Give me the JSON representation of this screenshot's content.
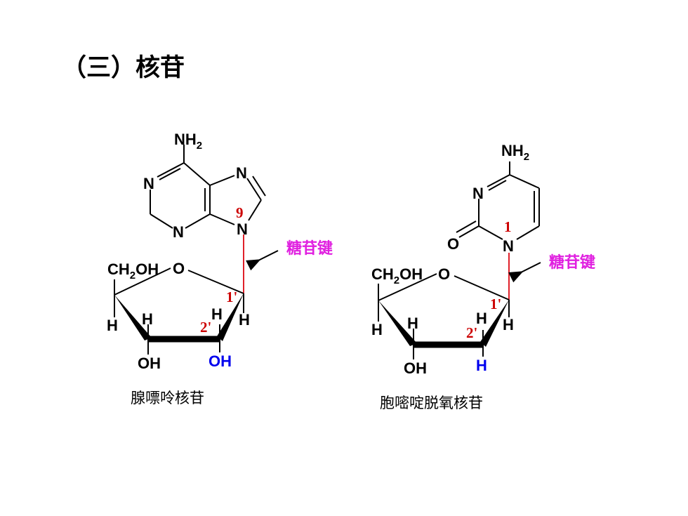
{
  "title": "（三）核苷",
  "colors": {
    "bond_highlight": "#e0202a",
    "label_magenta": "#e020e0",
    "number_red": "#cc0000",
    "group_blue": "#0000ee",
    "ink": "#000000"
  },
  "adenosine": {
    "atoms": {
      "nh2": "NH",
      "nh2_sub": "2",
      "n1": "N",
      "n3": "N",
      "n7": "N",
      "n9": "N",
      "ring_o": "O",
      "ch2oh_a": "CH",
      "ch2oh_sub": "2",
      "ch2oh_b": "OH",
      "h4": "H",
      "h3": "H",
      "h2": "H",
      "h1": "H",
      "oh3": "OH",
      "oh2": "OH"
    },
    "numbers": {
      "n9": "9",
      "c1": "1'",
      "c2": "2'"
    },
    "bond_label": "糖苷键",
    "caption": "腺嘌呤核苷"
  },
  "deoxycytidine": {
    "atoms": {
      "nh2": "NH",
      "nh2_sub": "2",
      "n3": "N",
      "n1": "N",
      "o2": "O",
      "ring_o": "O",
      "ch2oh_a": "CH",
      "ch2oh_sub": "2",
      "ch2oh_b": "OH",
      "h4": "H",
      "h3": "H",
      "h2": "H",
      "h1": "H",
      "oh3": "OH",
      "h2b": "H"
    },
    "numbers": {
      "n1": "1",
      "c1": "1'",
      "c2": "2'"
    },
    "bond_label": "糖苷键",
    "caption": "胞嘧啶脱氧核苷"
  }
}
